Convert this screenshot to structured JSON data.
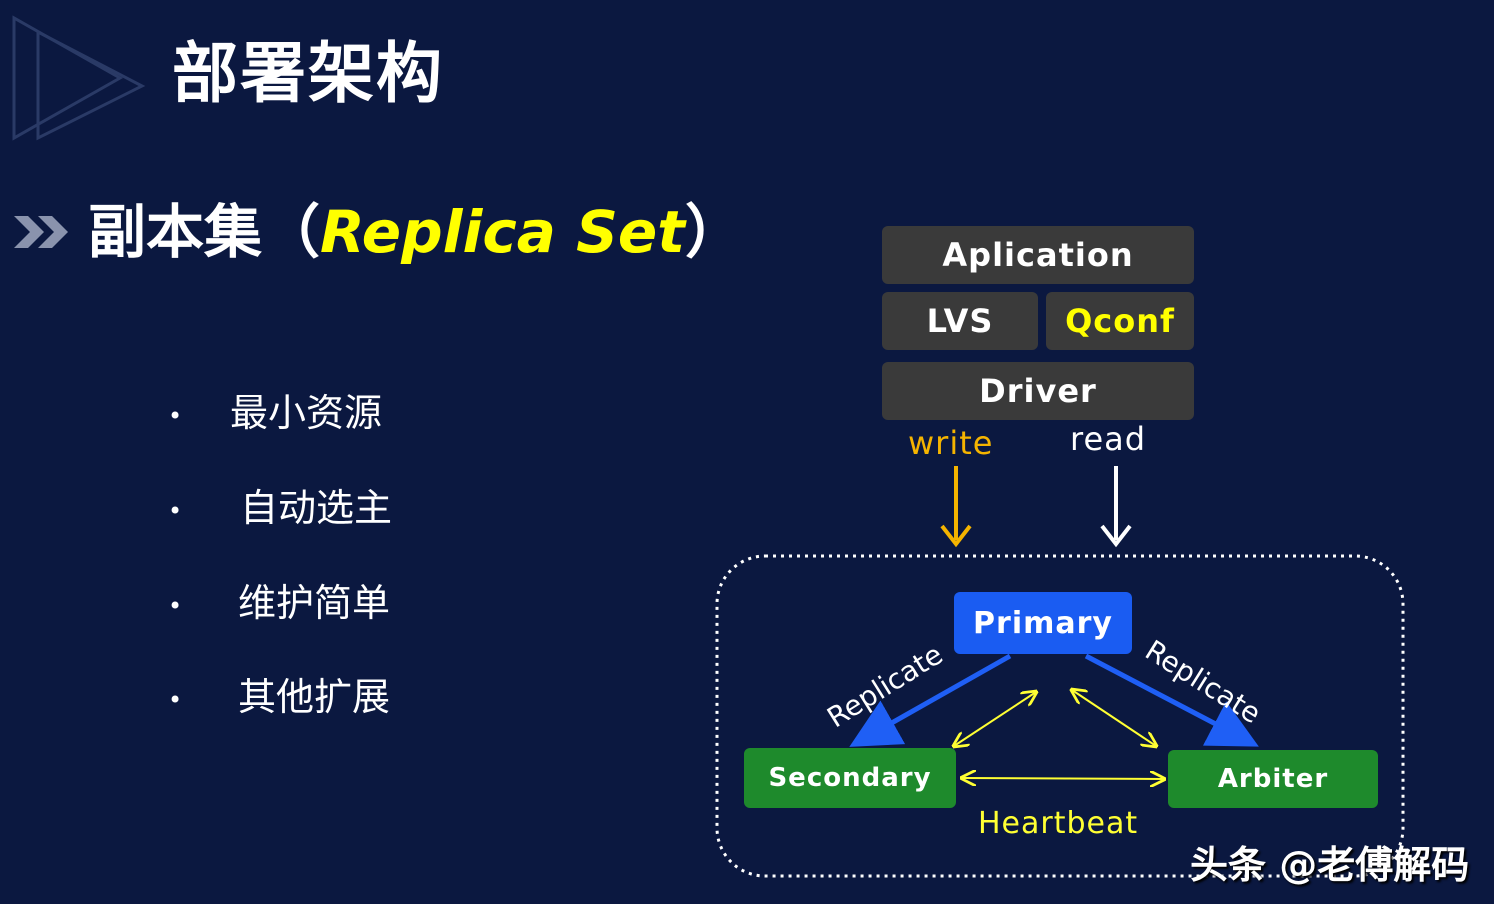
{
  "title": "部署架构",
  "subtitle": {
    "cn": "副本集（",
    "en": "Replica Set",
    "close": "）"
  },
  "bullets": [
    "最小资源",
    "自动选主",
    "维护简单",
    "其他扩展"
  ],
  "bullet_glyph": "•",
  "stack": {
    "application": "Aplication",
    "lvs": "LVS",
    "qconf": "Qconf",
    "driver": "Driver"
  },
  "flows": {
    "write": "write",
    "read": "read"
  },
  "nodes": {
    "primary": "Primary",
    "secondary": "Secondary",
    "arbiter": "Arbiter"
  },
  "edges": {
    "replicate_left": "Replicate",
    "replicate_right": "Replicate",
    "heartbeat": "Heartbeat"
  },
  "watermark": "头条 @老傅解码",
  "colors": {
    "background": "#0b1840",
    "accent_yellow": "#ffff00",
    "write_arrow": "#f5b400",
    "replicate_arrow": "#1f5ff5",
    "primary_node": "#1a5cf2",
    "replica_nodes": "#1e8a2c",
    "stack_box": "#3a3a3a"
  }
}
